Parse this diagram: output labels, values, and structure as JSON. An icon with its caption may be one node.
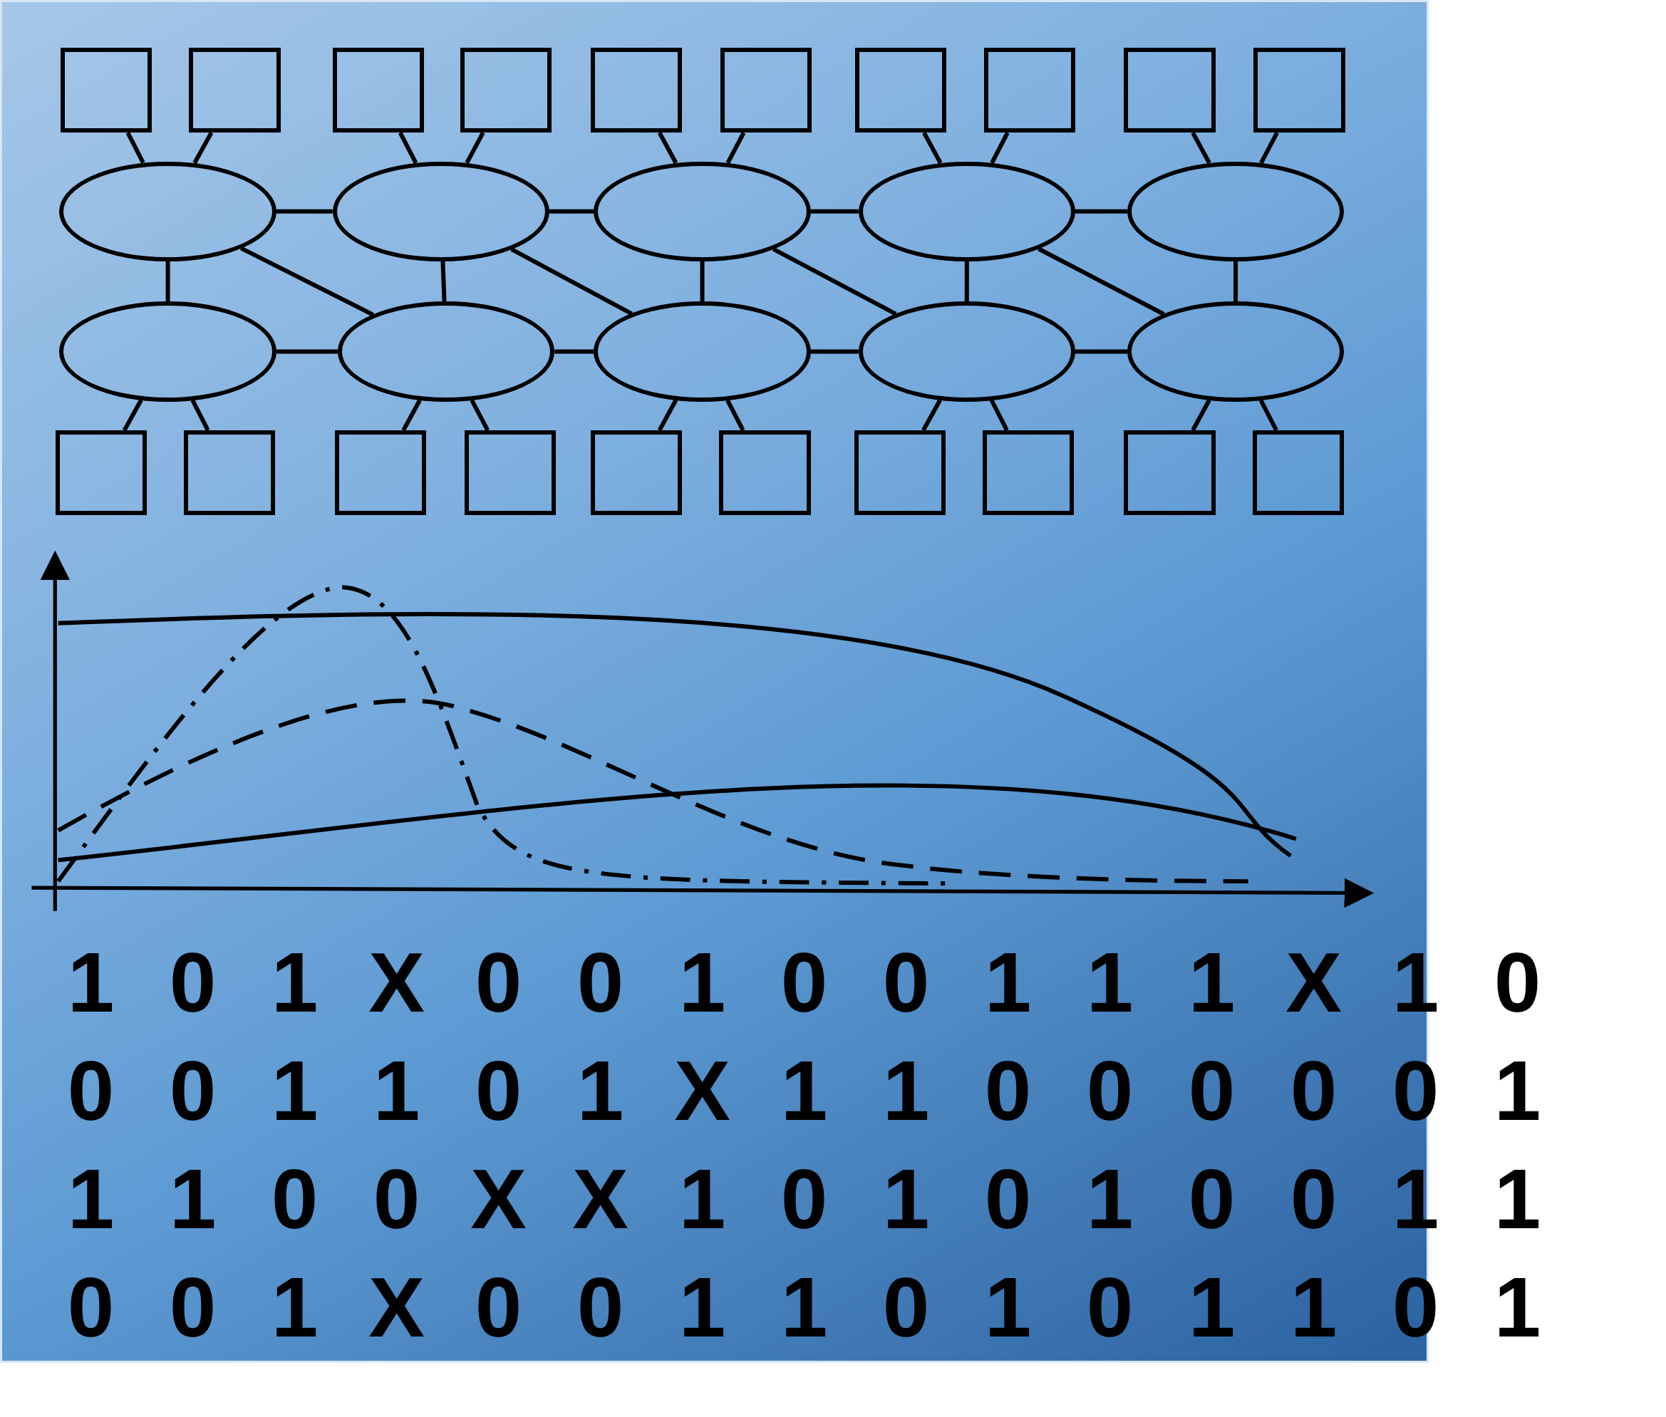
{
  "diagram": {
    "nodes": [
      {
        "text": [],
        "shape": "box"
      },
      {
        "text": [],
        "shape": "box"
      },
      {
        "text": [],
        "shape": "box"
      },
      {
        "text": [],
        "shape": "box"
      },
      {
        "text": [],
        "shape": "box"
      },
      {
        "text": [],
        "shape": "box"
      },
      {
        "text": [],
        "shape": "box"
      },
      {
        "text": [],
        "shape": "box"
      },
      {
        "text": [],
        "shape": "box"
      },
      {
        "text": [],
        "shape": "box"
      },
      {
        "text": [],
        "shape": "ellipse"
      },
      {
        "text": [],
        "shape": "ellipse"
      },
      {
        "text": [],
        "shape": "ellipse"
      },
      {
        "text": [],
        "shape": "ellipse"
      },
      {
        "text": [],
        "shape": "ellipse"
      },
      {
        "text": [],
        "shape": "ellipse"
      },
      {
        "text": [],
        "shape": "ellipse"
      },
      {
        "text": [],
        "shape": "ellipse"
      },
      {
        "text": [],
        "shape": "ellipse"
      },
      {
        "text": [],
        "shape": "ellipse"
      },
      {
        "text": [],
        "shape": "box"
      },
      {
        "text": [],
        "shape": "box"
      },
      {
        "text": [],
        "shape": "box"
      },
      {
        "text": [],
        "shape": "box"
      },
      {
        "text": [],
        "shape": "box"
      },
      {
        "text": [],
        "shape": "box"
      },
      {
        "text": [],
        "shape": "box"
      },
      {
        "text": [],
        "shape": "box"
      },
      {
        "text": [],
        "shape": "box"
      },
      {
        "text": [],
        "shape": "box"
      }
    ],
    "edges": [
      {
        "from": 0,
        "to": 10,
        "arrow": "none"
      },
      {
        "from": 1,
        "to": 10,
        "arrow": "none"
      },
      {
        "from": 2,
        "to": 11,
        "arrow": "none"
      },
      {
        "from": 3,
        "to": 11,
        "arrow": "none"
      },
      {
        "from": 4,
        "to": 12,
        "arrow": "none"
      },
      {
        "from": 5,
        "to": 12,
        "arrow": "none"
      },
      {
        "from": 6,
        "to": 13,
        "arrow": "none"
      },
      {
        "from": 7,
        "to": 13,
        "arrow": "none"
      },
      {
        "from": 8,
        "to": 14,
        "arrow": "none"
      },
      {
        "from": 9,
        "to": 14,
        "arrow": "none"
      },
      {
        "from": 10,
        "to": 11,
        "arrow": "none"
      },
      {
        "from": 11,
        "to": 12,
        "arrow": "none"
      },
      {
        "from": 12,
        "to": 13,
        "arrow": "none"
      },
      {
        "from": 13,
        "to": 14,
        "arrow": "none"
      },
      {
        "from": 10,
        "to": 15,
        "arrow": "none"
      },
      {
        "from": 11,
        "to": 16,
        "arrow": "none"
      },
      {
        "from": 12,
        "to": 17,
        "arrow": "none"
      },
      {
        "from": 13,
        "to": 18,
        "arrow": "none"
      },
      {
        "from": 14,
        "to": 19,
        "arrow": "none"
      },
      {
        "from": 10,
        "to": 16,
        "arrow": "none"
      },
      {
        "from": 11,
        "to": 17,
        "arrow": "none"
      },
      {
        "from": 12,
        "to": 18,
        "arrow": "none"
      },
      {
        "from": 13,
        "to": 19,
        "arrow": "none"
      },
      {
        "from": 15,
        "to": 16,
        "arrow": "none"
      },
      {
        "from": 16,
        "to": 17,
        "arrow": "none"
      },
      {
        "from": 17,
        "to": 18,
        "arrow": "none"
      },
      {
        "from": 18,
        "to": 19,
        "arrow": "none"
      },
      {
        "from": 15,
        "to": 20,
        "arrow": "none"
      },
      {
        "from": 15,
        "to": 21,
        "arrow": "none"
      },
      {
        "from": 16,
        "to": 22,
        "arrow": "none"
      },
      {
        "from": 16,
        "to": 23,
        "arrow": "none"
      },
      {
        "from": 17,
        "to": 24,
        "arrow": "none"
      },
      {
        "from": 17,
        "to": 25,
        "arrow": "none"
      },
      {
        "from": 18,
        "to": 26,
        "arrow": "none"
      },
      {
        "from": 18,
        "to": 27,
        "arrow": "none"
      },
      {
        "from": 19,
        "to": 28,
        "arrow": "none"
      },
      {
        "from": 19,
        "to": 29,
        "arrow": "none"
      }
    ],
    "labels": [
      "1",
      "0",
      "1",
      "X",
      "0",
      "0",
      "1",
      "0",
      "0",
      "1",
      "1",
      "1",
      "X",
      "1",
      "0",
      "0",
      "0",
      "1",
      "1",
      "0",
      "1",
      "X",
      "1",
      "1",
      "0",
      "0",
      "0",
      "0",
      "0",
      "1",
      "1",
      "1",
      "0",
      "0",
      "X",
      "X",
      "1",
      "0",
      "1",
      "0",
      "1",
      "0",
      "0",
      "1",
      "1",
      "0",
      "0",
      "1",
      "X",
      "0",
      "0",
      "1",
      "1",
      "0",
      "1",
      "0",
      "1",
      "1",
      "0",
      "1"
    ]
  }
}
